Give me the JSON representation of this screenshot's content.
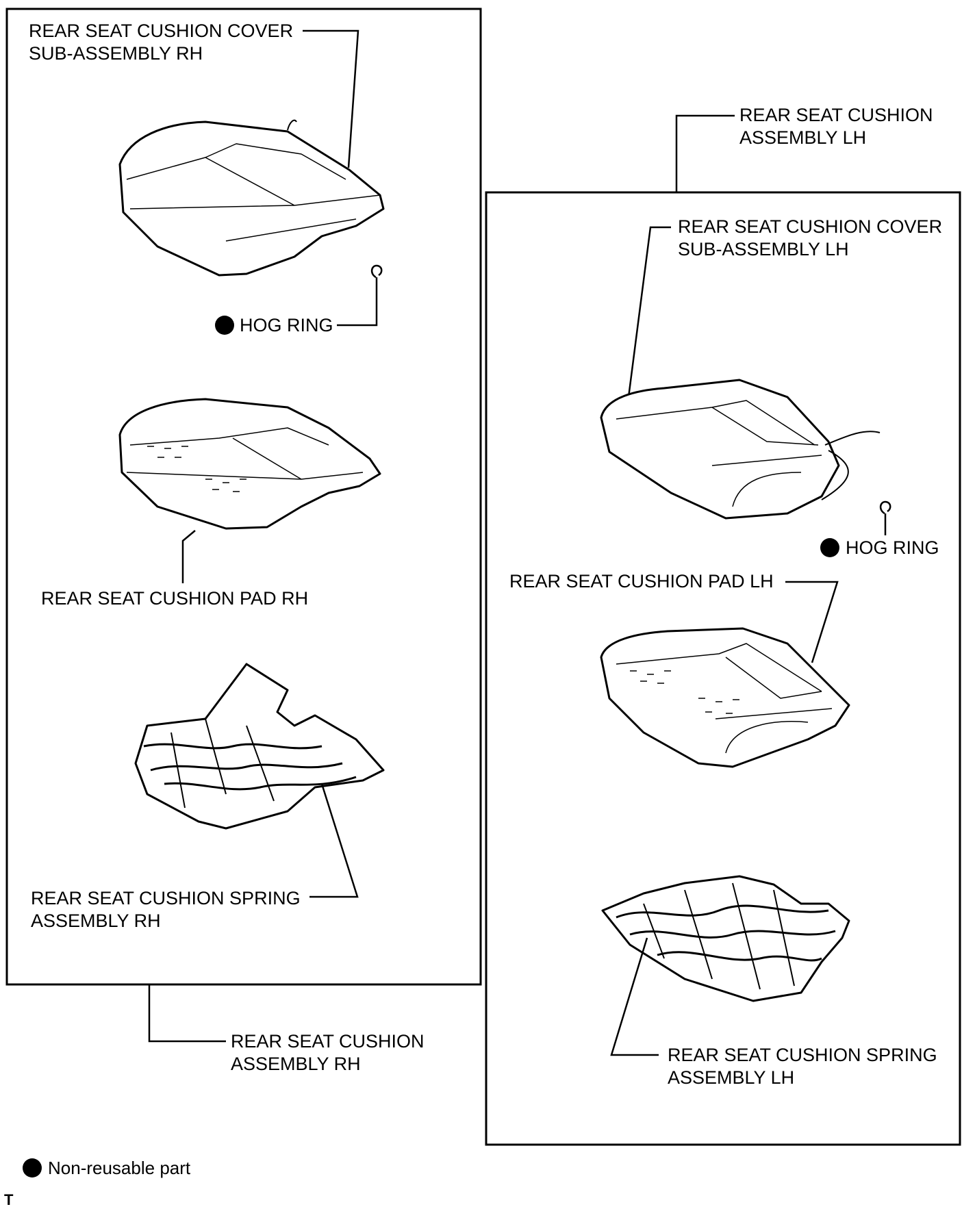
{
  "colors": {
    "ink": "#000000",
    "paper": "#ffffff"
  },
  "labels": {
    "rh_cover": [
      "REAR SEAT CUSHION COVER",
      "SUB-ASSEMBLY RH"
    ],
    "rh_hog_ring": "HOG RING",
    "rh_pad": "REAR SEAT CUSHION PAD RH",
    "rh_spring": [
      "REAR SEAT CUSHION SPRING",
      "ASSEMBLY RH"
    ],
    "rh_assembly": [
      "REAR SEAT CUSHION",
      "ASSEMBLY RH"
    ],
    "lh_assembly": [
      "REAR SEAT CUSHION",
      "ASSEMBLY LH"
    ],
    "lh_cover": [
      "REAR SEAT CUSHION COVER",
      "SUB-ASSEMBLY LH"
    ],
    "lh_hog_ring": "HOG RING",
    "lh_pad": "REAR SEAT CUSHION PAD LH",
    "lh_spring": [
      "REAR SEAT CUSHION SPRING",
      "ASSEMBLY LH"
    ]
  },
  "legend": {
    "non_reusable": "Non-reusable part"
  },
  "corner_mark": "T",
  "icons": {
    "non_reusable_marker": "filled-circle-icon",
    "hog_ring": "ring-icon"
  }
}
